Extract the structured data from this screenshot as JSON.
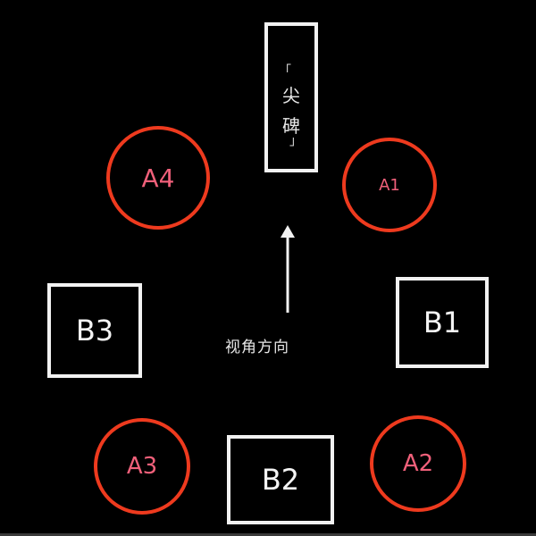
{
  "monument": {
    "label_open": "「",
    "char1": "尖",
    "char2": "碑",
    "label_close": "」",
    "full_label": "「尖碑」"
  },
  "view_direction": {
    "label": "视角方向",
    "arrow": "arrow-up-icon"
  },
  "circles": [
    {
      "id": "A1",
      "label": "A1"
    },
    {
      "id": "A2",
      "label": "A2"
    },
    {
      "id": "A3",
      "label": "A3"
    },
    {
      "id": "A4",
      "label": "A4"
    }
  ],
  "boxes": [
    {
      "id": "B1",
      "label": "B1"
    },
    {
      "id": "B2",
      "label": "B2"
    },
    {
      "id": "B3",
      "label": "B3"
    }
  ],
  "colors": {
    "background": "#000000",
    "circle_stroke": "#ee3a1e",
    "circle_text": "#f0607a",
    "box_stroke": "#f2f2f2",
    "box_text": "#f4f4f4"
  }
}
